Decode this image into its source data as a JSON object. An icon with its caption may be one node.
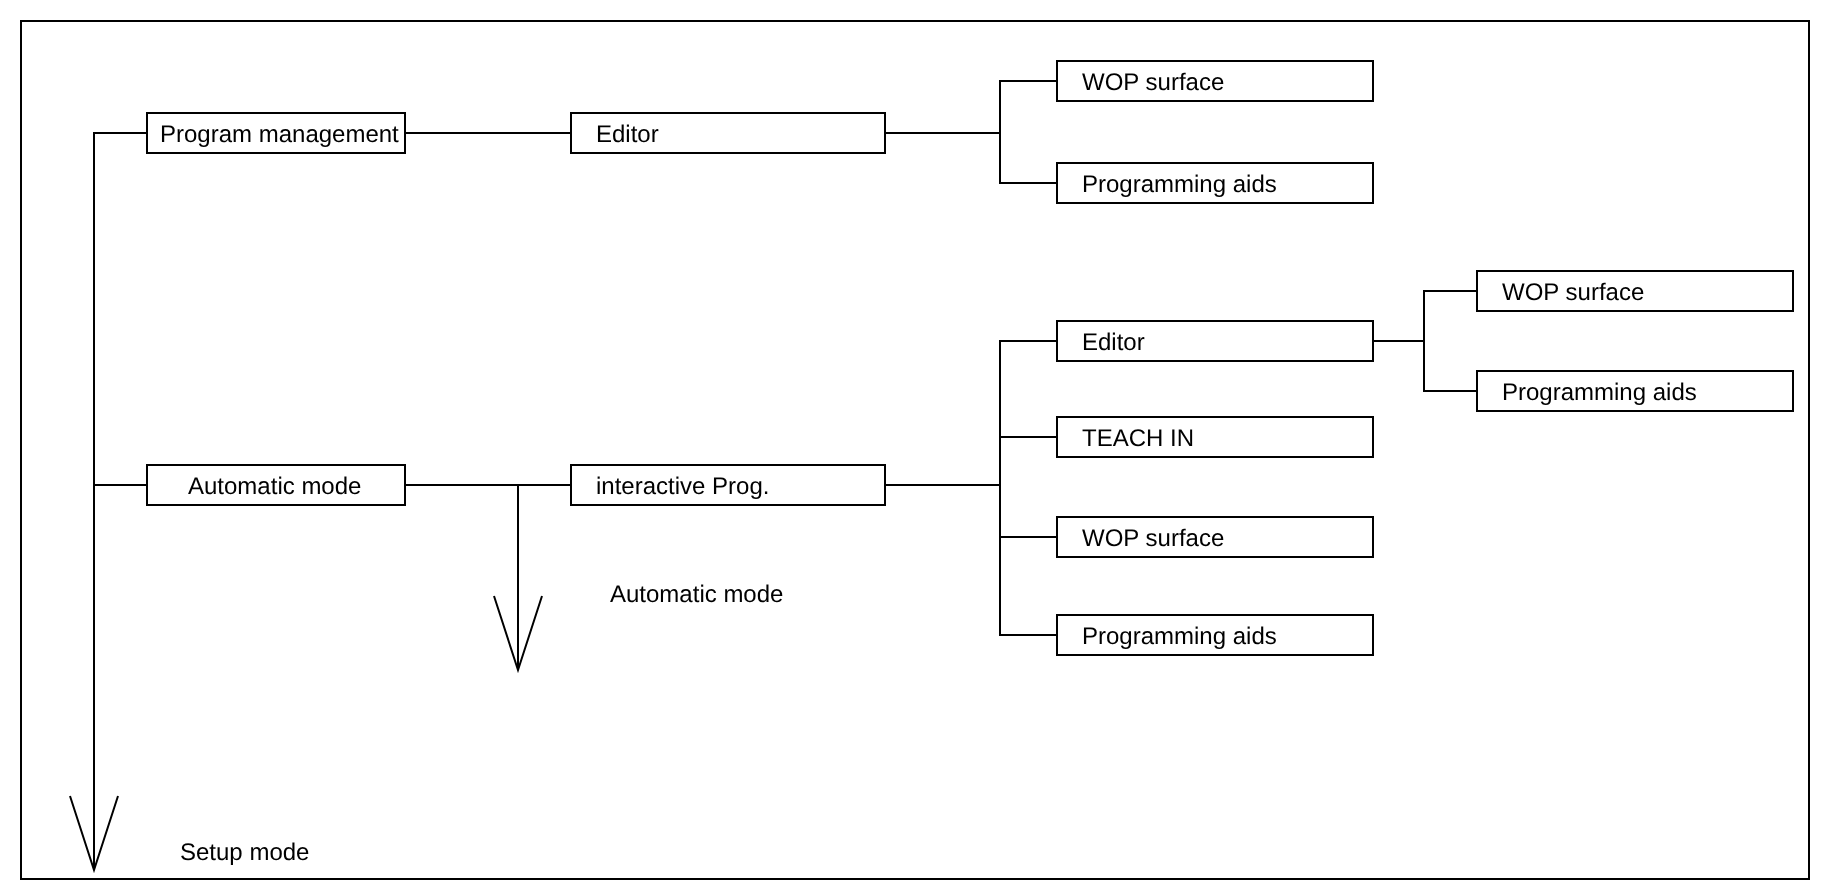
{
  "diagram": {
    "nodes": [
      {
        "text": [
          "Program management"
        ]
      },
      {
        "text": [
          "Editor"
        ]
      },
      {
        "text": [
          "WOP surface"
        ]
      },
      {
        "text": [
          "Programming aids"
        ]
      },
      {
        "text": [
          "Automatic mode"
        ]
      },
      {
        "text": [
          "interactive Prog."
        ]
      },
      {
        "text": [
          "Editor"
        ]
      },
      {
        "text": [
          "WOP surface"
        ]
      },
      {
        "text": [
          "Programming aids"
        ]
      },
      {
        "text": [
          "TEACH IN"
        ]
      },
      {
        "text": [
          "WOP surface"
        ]
      },
      {
        "text": [
          "Programming aids"
        ]
      }
    ],
    "edges": [
      {
        "from": 0,
        "to": 4,
        "arrow": "none"
      },
      {
        "from": 4,
        "to": null,
        "arrow": "to"
      },
      {
        "from": 0,
        "to": 1,
        "arrow": "none"
      },
      {
        "from": 1,
        "to": 2,
        "arrow": "none"
      },
      {
        "from": 1,
        "to": 3,
        "arrow": "none"
      },
      {
        "from": 4,
        "to": 5,
        "arrow": "none"
      },
      {
        "from": 4,
        "to": null,
        "arrow": "to"
      },
      {
        "from": 5,
        "to": 6,
        "arrow": "none"
      },
      {
        "from": 5,
        "to": 9,
        "arrow": "none"
      },
      {
        "from": 5,
        "to": 10,
        "arrow": "none"
      },
      {
        "from": 5,
        "to": 11,
        "arrow": "none"
      },
      {
        "from": 6,
        "to": 7,
        "arrow": "none"
      },
      {
        "from": 6,
        "to": 8,
        "arrow": "none"
      }
    ],
    "labels": [
      "Automatic mode",
      "Setup mode"
    ]
  }
}
